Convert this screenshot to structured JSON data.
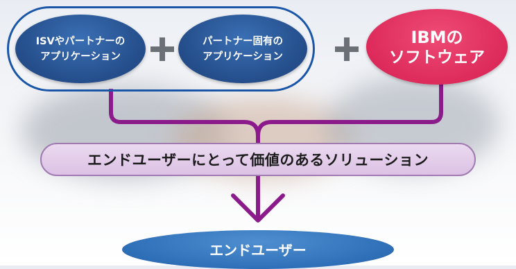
{
  "diagram": {
    "nodes": {
      "isv_apps": {
        "lines": [
          "ISVやパートナーの",
          "アプリケーション"
        ]
      },
      "partner_apps": {
        "lines": [
          "パートナー固有の",
          "アプリケーション"
        ]
      },
      "ibm_software": {
        "lines": [
          "IBMの",
          "ソフトウェア"
        ]
      }
    },
    "solution_banner": "エンドユーザーにとって価値のあるソリューション",
    "end_user": "エンドユーザー"
  },
  "colors": {
    "frame_blue": "#1a56a8",
    "node_blue": "#244d8a",
    "node_red": "#dd2b5b",
    "connector_purple": "#8b1a8a",
    "banner_fill": "#e2cdea",
    "end_user_blue": "#2e6fb8",
    "plus_gray": "#6b7077"
  }
}
